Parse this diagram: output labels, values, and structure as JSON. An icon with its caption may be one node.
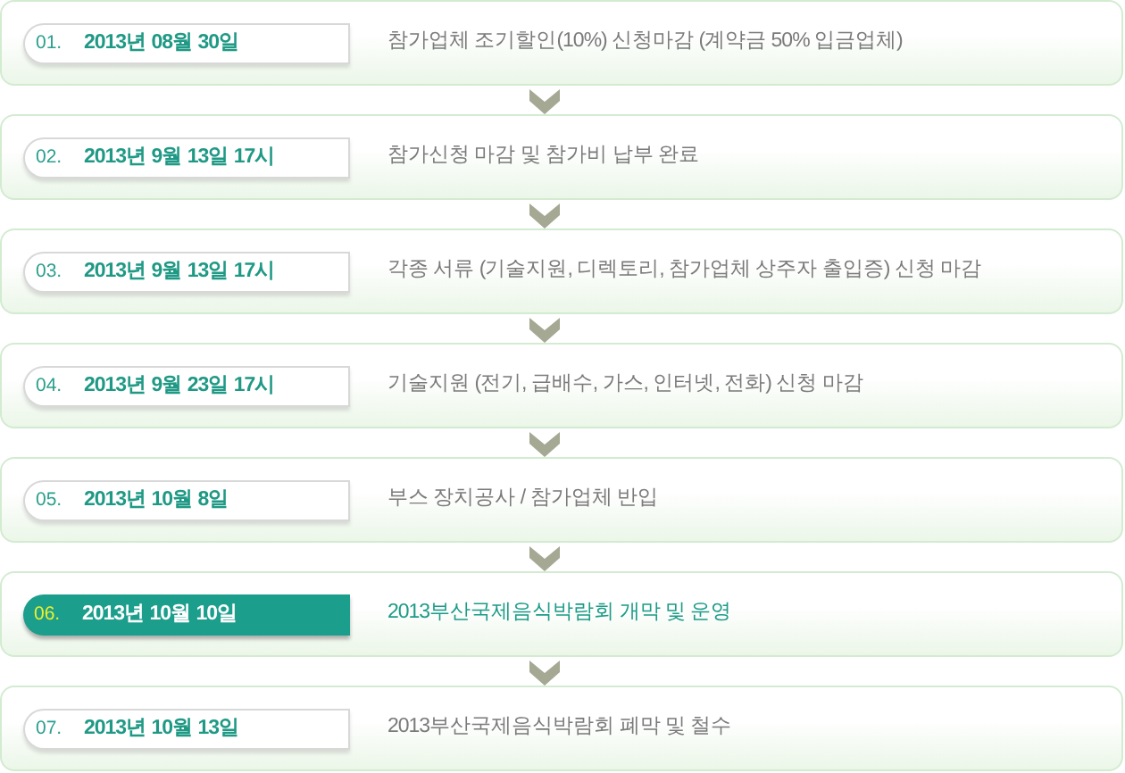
{
  "diagram": {
    "nodes": [
      {
        "text": [
          "참가업체 조기할인(10%) 신청마감 (계약금 50% 입금업체)"
        ]
      },
      {
        "text": [
          "01.",
          "2013년 08월 30일"
        ],
        "in": 0
      },
      {
        "text": [
          "참가신청 마감 및 참가비 납부 완료"
        ]
      },
      {
        "text": [
          "02.",
          "2013년 9월 13일 17시"
        ],
        "in": 2
      },
      {
        "text": [
          "각종 서류 (기술지원, 디렉토리, 참가업체 상주자 출입증) 신청 마감"
        ]
      },
      {
        "text": [
          "03.",
          "2013년 9월 13일 17시"
        ],
        "in": 4
      },
      {
        "text": [
          "기술지원 (전기, 급배수, 가스, 인터넷, 전화) 신청 마감"
        ]
      },
      {
        "text": [
          "04.",
          "2013년 9월 23일 17시"
        ],
        "in": 6
      },
      {
        "text": [
          "부스 장치공사 / 참가업체 반입"
        ]
      },
      {
        "text": [
          "05.",
          "2013년 10월 8일"
        ],
        "in": 8
      },
      {
        "text": [
          "2013부산국제음식박람회 개막 및 운영"
        ]
      },
      {
        "text": [
          "06.",
          "2013년 10월 10일"
        ],
        "in": 10
      },
      {
        "text": [
          "2013부산국제음식박람회 폐막 및 철수"
        ]
      },
      {
        "text": [
          "07.",
          "2013년 10월 13일"
        ],
        "in": 12
      }
    ],
    "edges": [
      {
        "from": 0,
        "to": 2,
        "arrow": "to"
      },
      {
        "from": 2,
        "to": 4,
        "arrow": "to"
      },
      {
        "from": 4,
        "to": 6,
        "arrow": "to"
      },
      {
        "from": 6,
        "to": 8,
        "arrow": "to"
      },
      {
        "from": 8,
        "to": 10,
        "arrow": "to"
      },
      {
        "from": 10,
        "to": 12,
        "arrow": "to"
      }
    ]
  }
}
